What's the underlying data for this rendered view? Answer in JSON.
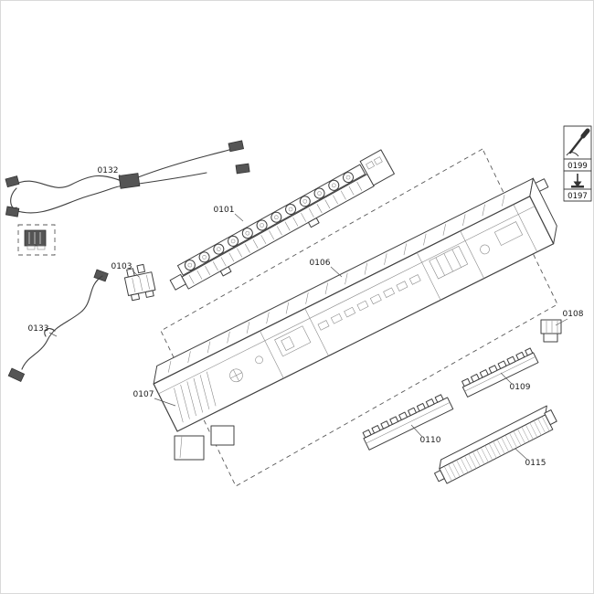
{
  "parts": [
    {
      "id": "0132"
    },
    {
      "id": "0101"
    },
    {
      "id": "0106"
    },
    {
      "id": "0103"
    },
    {
      "id": "0133"
    },
    {
      "id": "0107"
    },
    {
      "id": "0108"
    },
    {
      "id": "0109"
    },
    {
      "id": "0110"
    },
    {
      "id": "0115"
    }
  ],
  "legend": {
    "items": [
      {
        "code": "0199",
        "icon": "tool-hand-icon"
      },
      {
        "code": "0197",
        "icon": "arrow-down-icon"
      }
    ]
  }
}
